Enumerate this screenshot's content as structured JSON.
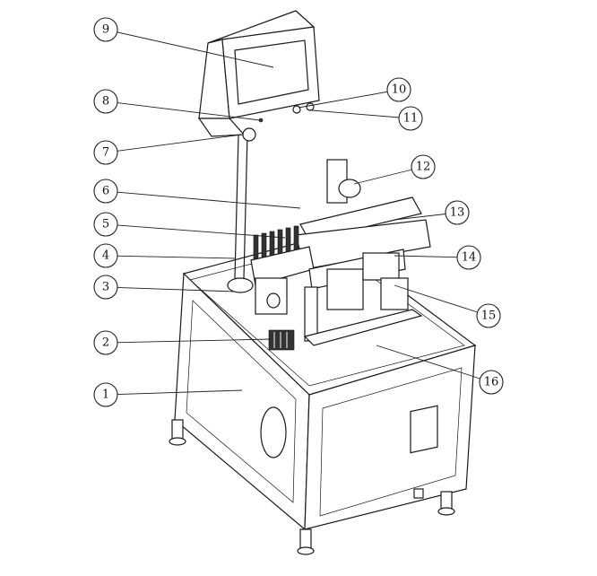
{
  "diagram": {
    "callouts": [
      {
        "label": "1",
        "side": "left"
      },
      {
        "label": "2",
        "side": "left"
      },
      {
        "label": "3",
        "side": "left"
      },
      {
        "label": "4",
        "side": "left"
      },
      {
        "label": "5",
        "side": "left"
      },
      {
        "label": "6",
        "side": "left"
      },
      {
        "label": "7",
        "side": "left"
      },
      {
        "label": "8",
        "side": "left"
      },
      {
        "label": "9",
        "side": "left"
      },
      {
        "label": "10",
        "side": "right"
      },
      {
        "label": "11",
        "side": "right"
      },
      {
        "label": "12",
        "side": "right"
      },
      {
        "label": "13",
        "side": "right"
      },
      {
        "label": "14",
        "side": "right"
      },
      {
        "label": "15",
        "side": "right"
      },
      {
        "label": "16",
        "side": "right"
      }
    ]
  }
}
